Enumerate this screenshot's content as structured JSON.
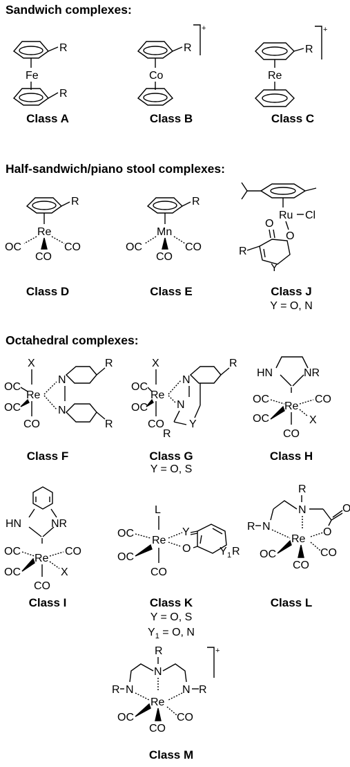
{
  "sections": {
    "sandwich": "Sandwich complexes:",
    "half_sandwich": "Half-sandwich/piano stool complexes:",
    "octahedral": "Octahedral complexes:"
  },
  "classes": {
    "A": "Class A",
    "B": "Class B",
    "C": "Class C",
    "D": "Class D",
    "E": "Class E",
    "J": "Class J",
    "F": "Class F",
    "G": "Class G",
    "H": "Class H",
    "I": "Class I",
    "K": "Class K",
    "L": "Class L",
    "M": "Class M"
  },
  "notes": {
    "J": "Y = O, N",
    "G": "Y = O, S",
    "K_1": "Y = O, S",
    "K_2_prefix": "Y",
    "K_2_sub": "1",
    "K_2_rest": " = O, N"
  },
  "atoms": {
    "fe": "Fe",
    "co_metal": "Co",
    "re": "Re",
    "mn": "Mn",
    "ru": "Ru",
    "cl": "Cl",
    "r": "R",
    "x": "X",
    "y": "Y",
    "l": "L",
    "o": "O",
    "n": "N",
    "hn": "HN",
    "nr": "NR",
    "oc": "OC",
    "co": "CO",
    "plus": "+",
    "y1": "Y",
    "one": "1"
  }
}
